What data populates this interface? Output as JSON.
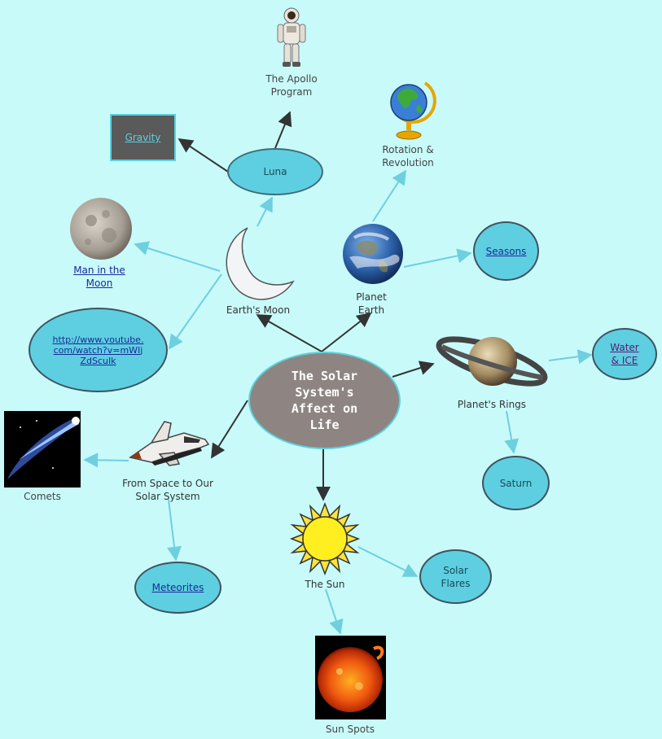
{
  "diagram": {
    "title": "The Solar System's Affect on Life",
    "nodes": {
      "earths_moon": "Earth's Moon",
      "luna": "Luna",
      "apollo": "The Apollo Program",
      "gravity": "Gravity",
      "man_in_moon": "Man in the Moon",
      "youtube": "http://www.youtube.com/watch?v=mWIjZdScuIk",
      "planet_earth": "Planet Earth",
      "rotation": "Rotation & Revolution",
      "seasons": "Seasons",
      "planets_rings": "Planet's Rings",
      "water_ice": "Water & ICE",
      "saturn": "Saturn",
      "sun": "The Sun",
      "solar_flares": "Solar Flares",
      "sun_spots": "Sun Spots",
      "from_space": "From Space to Our Solar System",
      "comets": "Comets",
      "meteorites": "Meteorites"
    },
    "colors": {
      "background": "#c8fafa",
      "node_fill": "#5ecfe0",
      "center_fill": "#8e8582",
      "arrow_dark": "#333333",
      "arrow_light": "#6ecfdf"
    },
    "icons": [
      "astronaut-icon",
      "globe-icon",
      "moon-icon",
      "crescent-moon-icon",
      "earth-icon",
      "saturn-icon",
      "space-shuttle-icon",
      "comet-icon",
      "sun-icon",
      "sun-photo-icon"
    ]
  }
}
